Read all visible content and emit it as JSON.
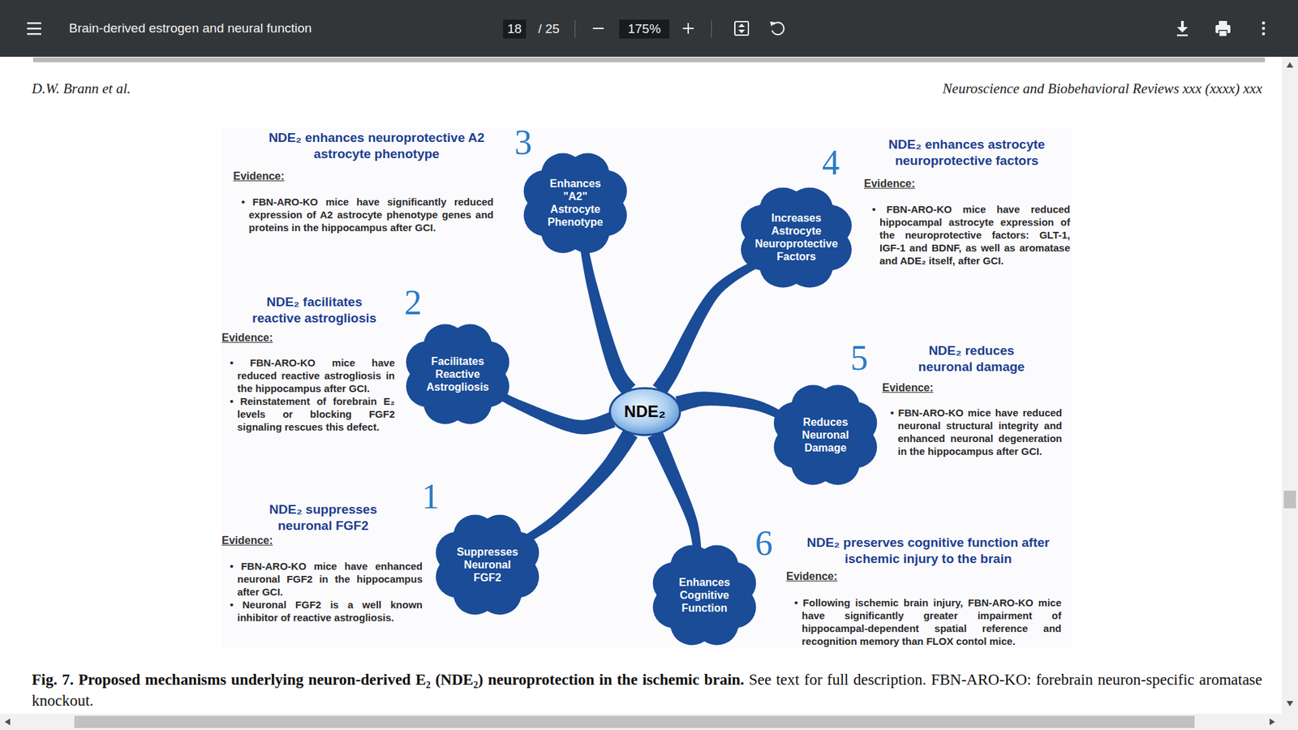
{
  "diagram": {
    "title": "Brain-derived estrogen and neural function",
    "caption": "Fig. 7. Proposed mechanisms underlying neuron-derived E₂ (NDE₂) neuroprotection in the ischemic brain.",
    "nodes": [
      {
        "text": [
          "NDE₂"
        ]
      },
      {
        "text": [
          "Suppresses Neuronal FGF2"
        ]
      },
      {
        "text": [
          "Facilitates Reactive Astrogliosis"
        ]
      },
      {
        "text": [
          "Enhances \"A2\" Astrocyte Phenotype"
        ]
      },
      {
        "text": [
          "Increases Astrocyte Neuroprotective Factors"
        ]
      },
      {
        "text": [
          "Reduces Neuronal Damage"
        ]
      },
      {
        "text": [
          "Enhances Cognitive Function"
        ]
      }
    ],
    "edges": [
      {
        "from": 0,
        "to": 1,
        "arrow": "none"
      },
      {
        "from": 0,
        "to": 2,
        "arrow": "none"
      },
      {
        "from": 0,
        "to": 3,
        "arrow": "none"
      },
      {
        "from": 0,
        "to": 4,
        "arrow": "none"
      },
      {
        "from": 0,
        "to": 5,
        "arrow": "none"
      },
      {
        "from": 0,
        "to": 6,
        "arrow": "none"
      }
    ],
    "labels": [
      "18",
      "/ 25",
      "175%",
      "D.W. Brann et al.",
      "Neuroscience and Biobehavioral Reviews xxx (xxxx) xxx",
      "1",
      "NDE₂ suppresses neuronal FGF2",
      "Evidence:",
      "• FBN-ARO-KO mice have enhanced neuronal FGF2 in the hippocampus after GCI.",
      "• Neuronal FGF2 is a well known inhibitor of reactive astrogliosis.",
      "2",
      "NDE₂ facilitates reactive astrogliosis",
      "Evidence:",
      "• FBN-ARO-KO mice have reduced reactive astrogliosis in the hippocampus after GCI.",
      "• Reinstatement of forebrain E₂ levels or blocking FGF2 signaling rescues this defect.",
      "3",
      "NDE₂ enhances neuroprotective A2 astrocyte phenotype",
      "Evidence:",
      "• FBN-ARO-KO mice have significantly reduced expression of A2 astrocyte phenotype genes and proteins in the hippocampus after GCI.",
      "4",
      "NDE₂ enhances astrocyte neuroprotective factors",
      "Evidence:",
      "• FBN-ARO-KO mice have reduced hippocampal astrocyte expression of the neuroprotective factors: GLT-1, IGF-1 and BDNF, as well as aromatase and ADE₂ itself, after GCI.",
      "5",
      "NDE₂ reduces neuronal damage",
      "Evidence:",
      "• FBN-ARO-KO mice have reduced neuronal structural integrity and enhanced neuronal degeneration in the hippocampus after GCI.",
      "6",
      "NDE₂ preserves cognitive function after ischemic injury to the brain",
      "Evidence:",
      "• Following ischemic brain injury, FBN-ARO-KO mice have significantly greater impairment of hippocampal-dependent spatial reference and recognition memory than FLOX contol mice.",
      "See text for full description. FBN-ARO-KO: forebrain neuron-specific aromatase knockout."
    ]
  }
}
